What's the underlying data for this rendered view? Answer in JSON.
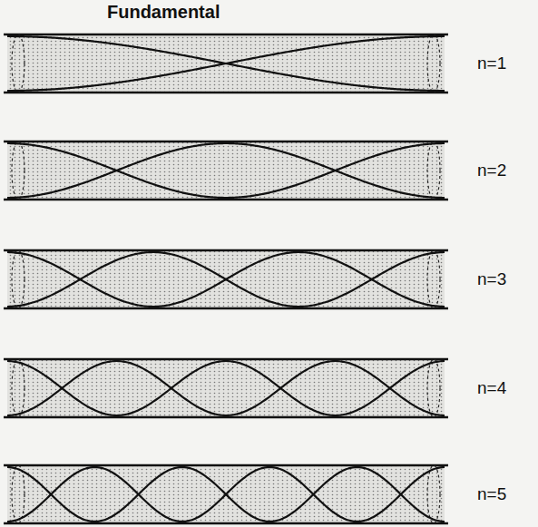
{
  "diagram": {
    "title": "Fundamental",
    "labels": [
      "n=1",
      "n=2",
      "n=3",
      "n=4",
      "n=5"
    ]
  }
}
